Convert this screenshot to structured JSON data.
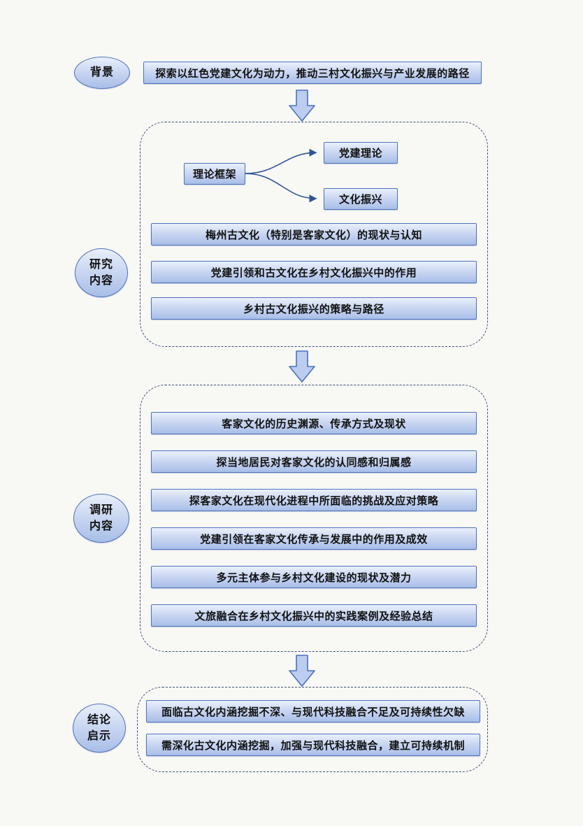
{
  "colors": {
    "box_border": "#4e72bd",
    "box_fill_top": "#eaf0fb",
    "box_fill_bottom": "#a8bee8",
    "dashed_border": "#3c4f73",
    "arrow_fill": "#bccdf0",
    "connector_stroke": "#2f5496",
    "text": "#111111",
    "page_background": "#f8f8f5"
  },
  "background": {
    "label": "背景",
    "statement": "探索以红色党建文化为动力，推动三村文化振兴与产业发展的路径"
  },
  "research": {
    "label_line1": "研究",
    "label_line2": "内容",
    "framework": {
      "root": "理论框架",
      "branches": [
        "党建理论",
        "文化振兴"
      ]
    },
    "bars": [
      "梅州古文化（特别是客家文化）的现状与认知",
      "党建引领和古文化在乡村文化振兴中的作用",
      "乡村古文化振兴的策略与路径"
    ]
  },
  "survey": {
    "label_line1": "调研",
    "label_line2": "内容",
    "bars": [
      "客家文化的历史渊源、传承方式及现状",
      "探当地居民对客家文化的认同感和归属感",
      "探客家文化在现代化进程中所面临的挑战及应对策略",
      "党建引领在客家文化传承与发展中的作用及成效",
      "多元主体参与乡村文化建设的现状及潜力",
      "文旅融合在乡村文化振兴中的实践案例及经验总结"
    ]
  },
  "conclusion": {
    "label_line1": "结论",
    "label_line2": "启示",
    "bars": [
      "面临古文化内涵挖掘不深、与现代科技融合不足及可持续性欠缺",
      "需深化古文化内涵挖掘，加强与现代科技融合，建立可持续机制"
    ]
  }
}
